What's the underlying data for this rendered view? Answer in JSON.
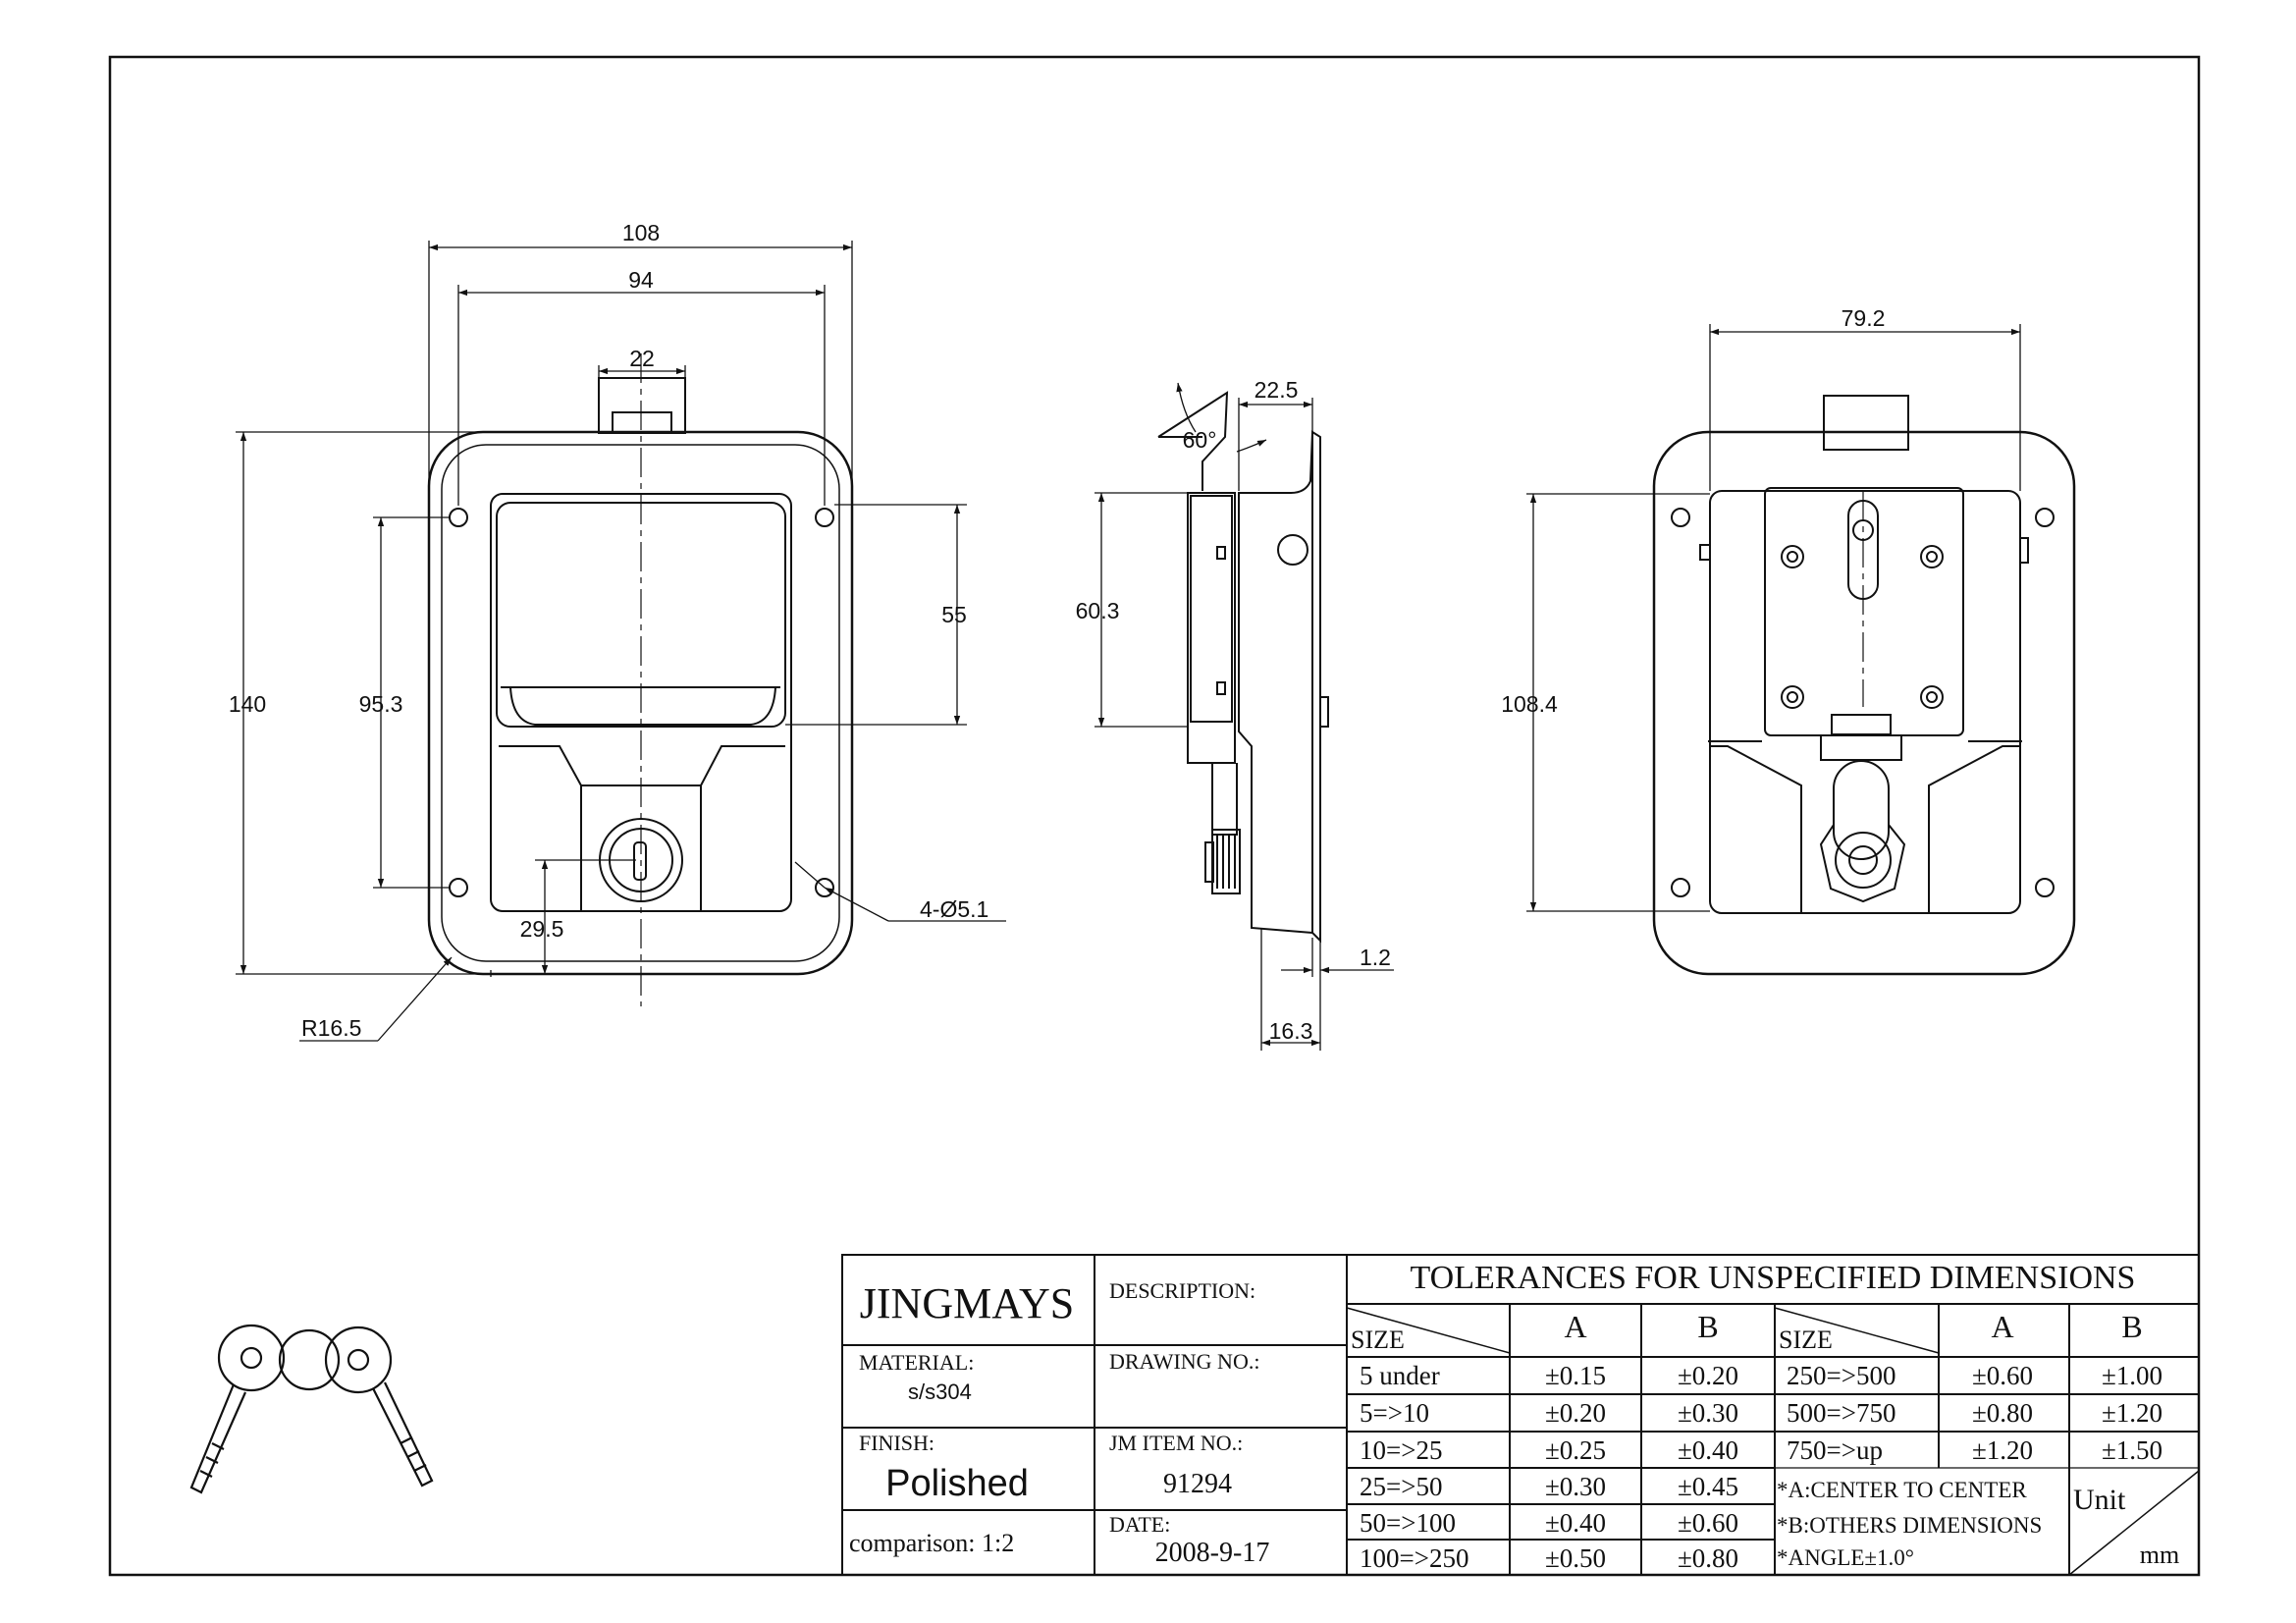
{
  "dimensions": {
    "front": {
      "w108": "108",
      "w94": "94",
      "w22": "22",
      "h140": "140",
      "h95": "95.3",
      "h55": "55",
      "h29": "29.5",
      "holes": "4-Ø5.1",
      "radius": "R16.5"
    },
    "side": {
      "d22": "22.5",
      "angle": "60°",
      "h60": "60.3",
      "t12": "1.2",
      "d16": "16.3"
    },
    "back": {
      "w79": "79.2",
      "h108": "108.4"
    }
  },
  "title_block": {
    "company": "JINGMAYS",
    "description_label": "DESCRIPTION:",
    "material_label": "MATERIAL:",
    "material_value": "s/s304",
    "drawing_no_label": "DRAWING NO.:",
    "finish_label": "FINISH:",
    "finish_value": "Polished",
    "item_label": "JM ITEM NO.:",
    "item_value": "91294",
    "comparison": "comparison: 1:2",
    "date_label": "DATE:",
    "date_value": "2008-9-17"
  },
  "tolerances": {
    "title": "TOLERANCES FOR UNSPECIFIED DIMENSIONS",
    "size_label": "SIZE",
    "col_a": "A",
    "col_b": "B",
    "left_rows": [
      {
        "size": "5 under",
        "a": "±0.15",
        "b": "±0.20"
      },
      {
        "size": "5=>10",
        "a": "±0.20",
        "b": "±0.30"
      },
      {
        "size": "10=>25",
        "a": "±0.25",
        "b": "±0.40"
      },
      {
        "size": "25=>50",
        "a": "±0.30",
        "b": "±0.45"
      },
      {
        "size": "50=>100",
        "a": "±0.40",
        "b": "±0.60"
      },
      {
        "size": "100=>250",
        "a": "±0.50",
        "b": "±0.80"
      }
    ],
    "right_rows": [
      {
        "size": "250=>500",
        "a": "±0.60",
        "b": "±1.00"
      },
      {
        "size": "500=>750",
        "a": "±0.80",
        "b": "±1.20"
      },
      {
        "size": "750=>up",
        "a": "±1.20",
        "b": "±1.50"
      }
    ],
    "note_a": "*A:CENTER TO CENTER",
    "note_b": "*B:OTHERS DIMENSIONS",
    "note_angle": "*ANGLE±1.0°",
    "unit_label": "Unit",
    "unit_value": "mm"
  }
}
